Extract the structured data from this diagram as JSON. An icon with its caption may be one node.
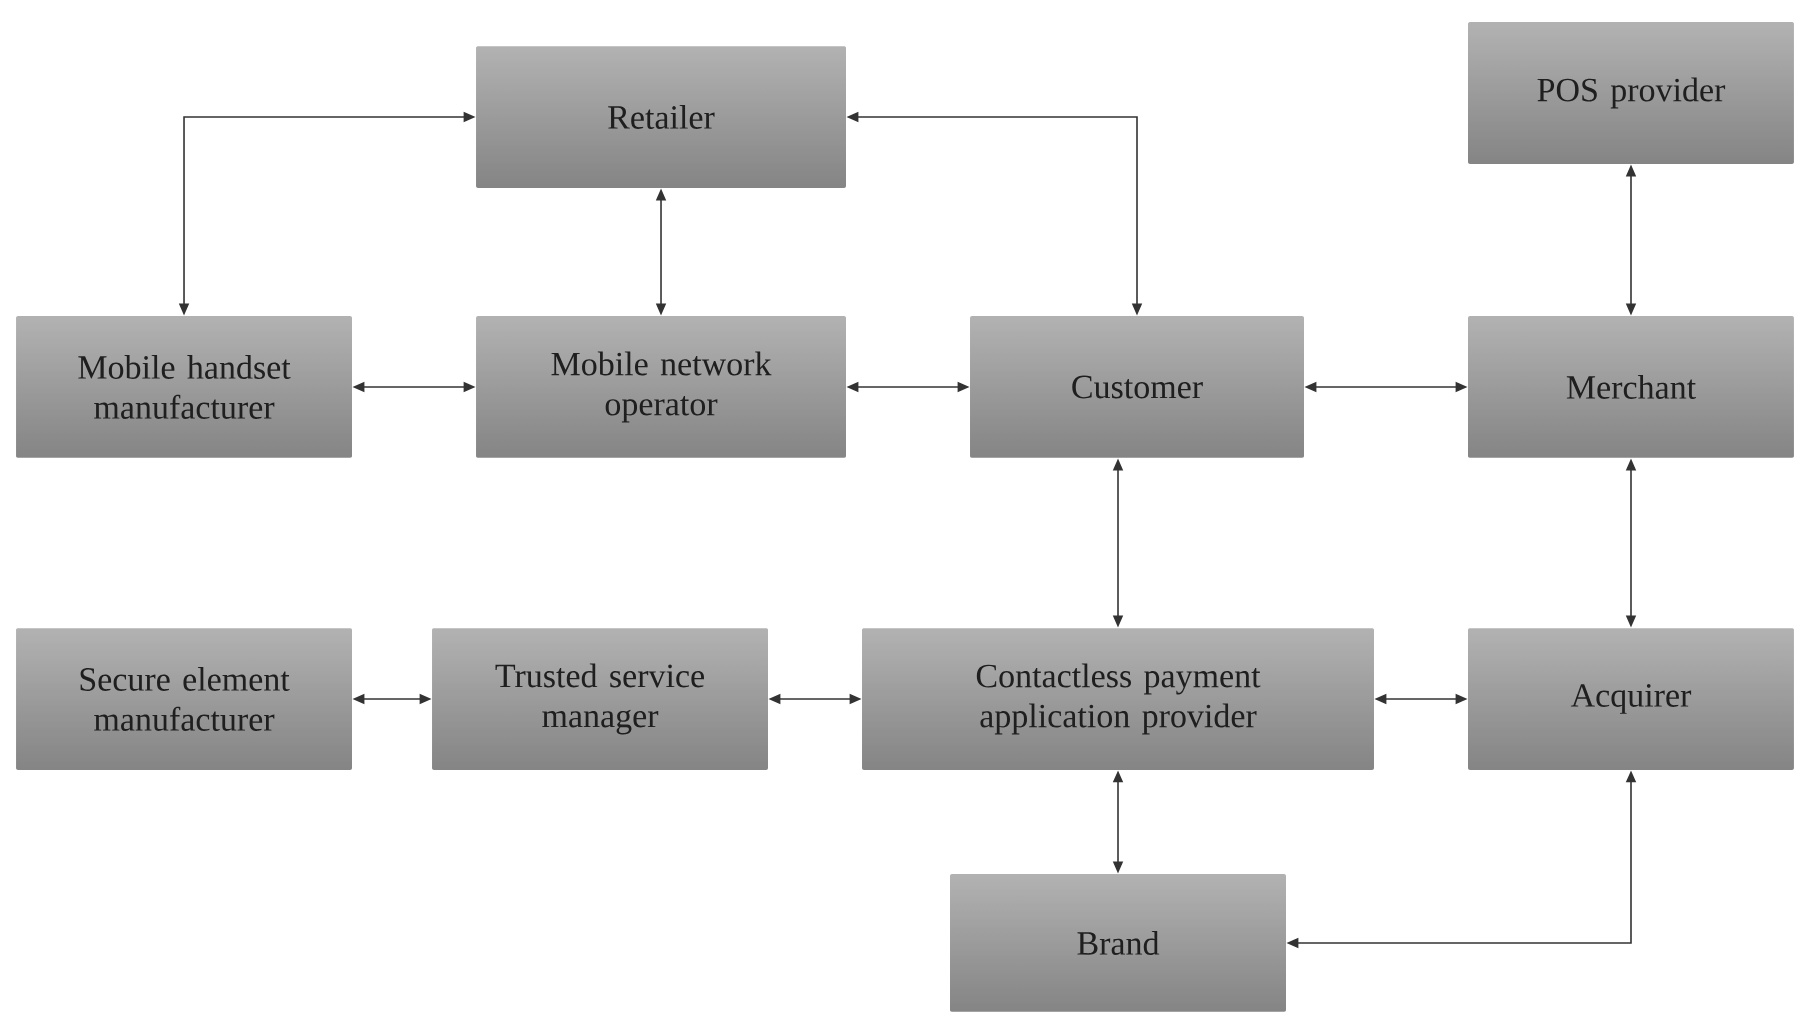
{
  "diagram": {
    "nodes": [
      {
        "text": [
          "Retailer"
        ]
      },
      {
        "text": [
          "POS provider"
        ]
      },
      {
        "text": [
          "Mobile handset manufacturer"
        ]
      },
      {
        "text": [
          "Mobile network operator"
        ]
      },
      {
        "text": [
          "Customer"
        ]
      },
      {
        "text": [
          "Merchant"
        ]
      },
      {
        "text": [
          "Secure element manufacturer"
        ]
      },
      {
        "text": [
          "Trusted service manager"
        ]
      },
      {
        "text": [
          "Contactless payment application provider"
        ]
      },
      {
        "text": [
          "Acquirer"
        ]
      },
      {
        "text": [
          "Brand"
        ]
      }
    ],
    "edges": [
      {
        "from": 0,
        "to": 2,
        "arrow": "both"
      },
      {
        "from": 0,
        "to": 3,
        "arrow": "both"
      },
      {
        "from": 0,
        "to": 4,
        "arrow": "both"
      },
      {
        "from": 2,
        "to": 3,
        "arrow": "both"
      },
      {
        "from": 3,
        "to": 4,
        "arrow": "both"
      },
      {
        "from": 4,
        "to": 5,
        "arrow": "both"
      },
      {
        "from": 1,
        "to": 5,
        "arrow": "both"
      },
      {
        "from": 4,
        "to": 8,
        "arrow": "both"
      },
      {
        "from": 5,
        "to": 9,
        "arrow": "both"
      },
      {
        "from": 6,
        "to": 7,
        "arrow": "both"
      },
      {
        "from": 7,
        "to": 8,
        "arrow": "both"
      },
      {
        "from": 8,
        "to": 9,
        "arrow": "both"
      },
      {
        "from": 8,
        "to": 10,
        "arrow": "both"
      },
      {
        "from": 10,
        "to": 9,
        "arrow": "both"
      }
    ]
  }
}
